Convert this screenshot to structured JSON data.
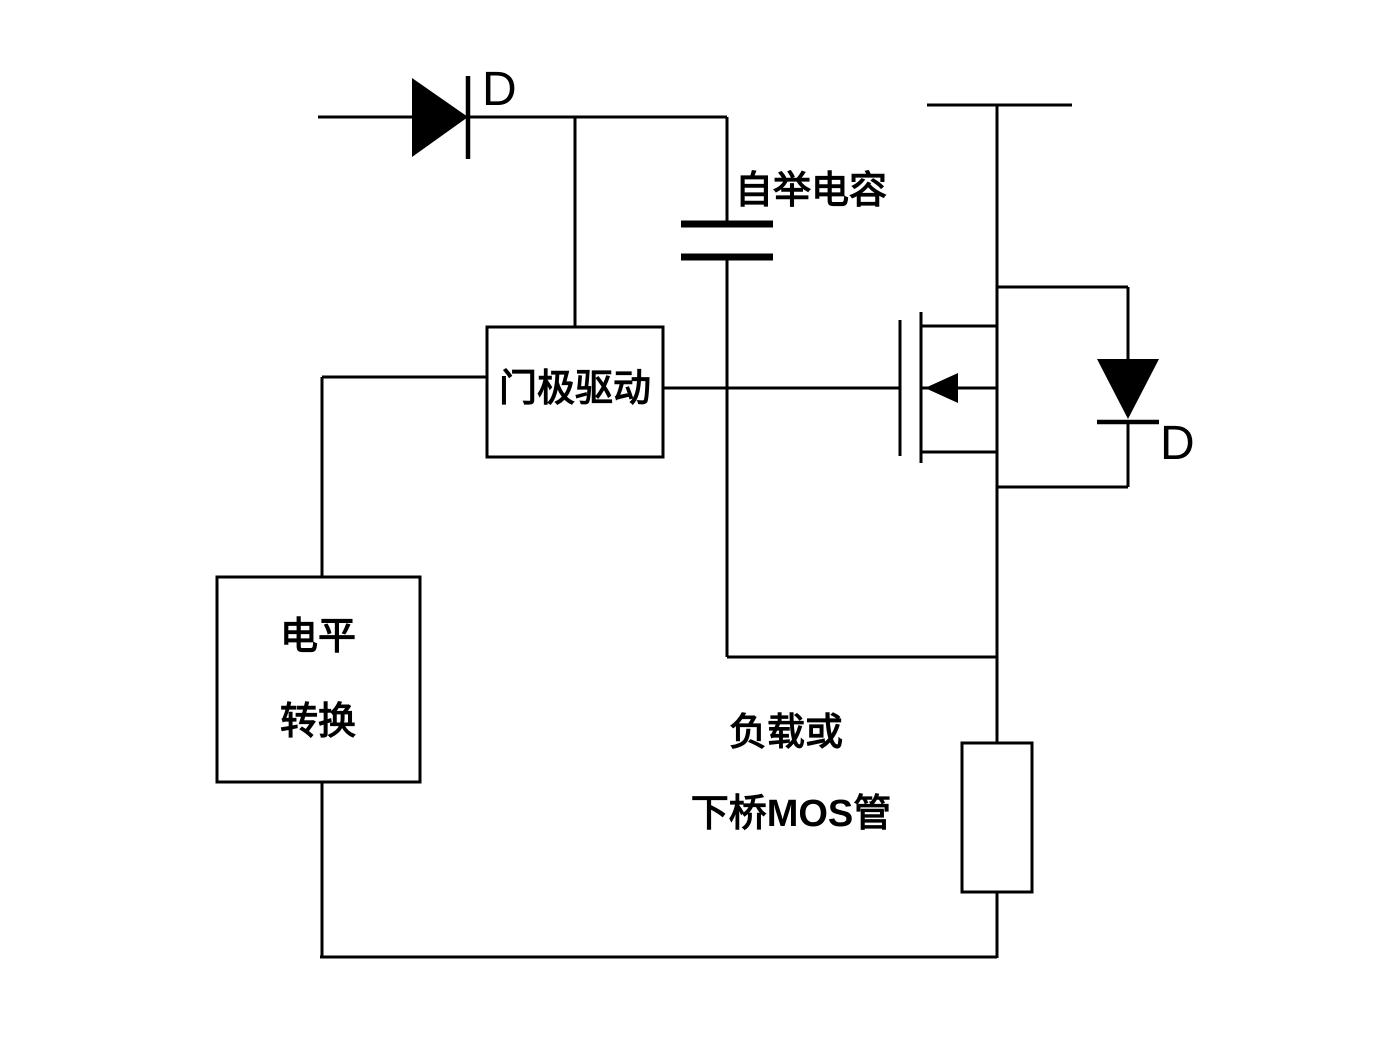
{
  "labels": {
    "bootstrap_diode": "D",
    "bootstrap_capacitor": "自举电容",
    "gate_driver": "门极驱动",
    "level_shifter_line1": "电平",
    "level_shifter_line2": "转换",
    "load_caption_line1": "负载或",
    "load_caption_line2": "下桥MOS管",
    "body_diode": "D"
  },
  "colors": {
    "line": "#000000",
    "background": "#ffffff"
  }
}
